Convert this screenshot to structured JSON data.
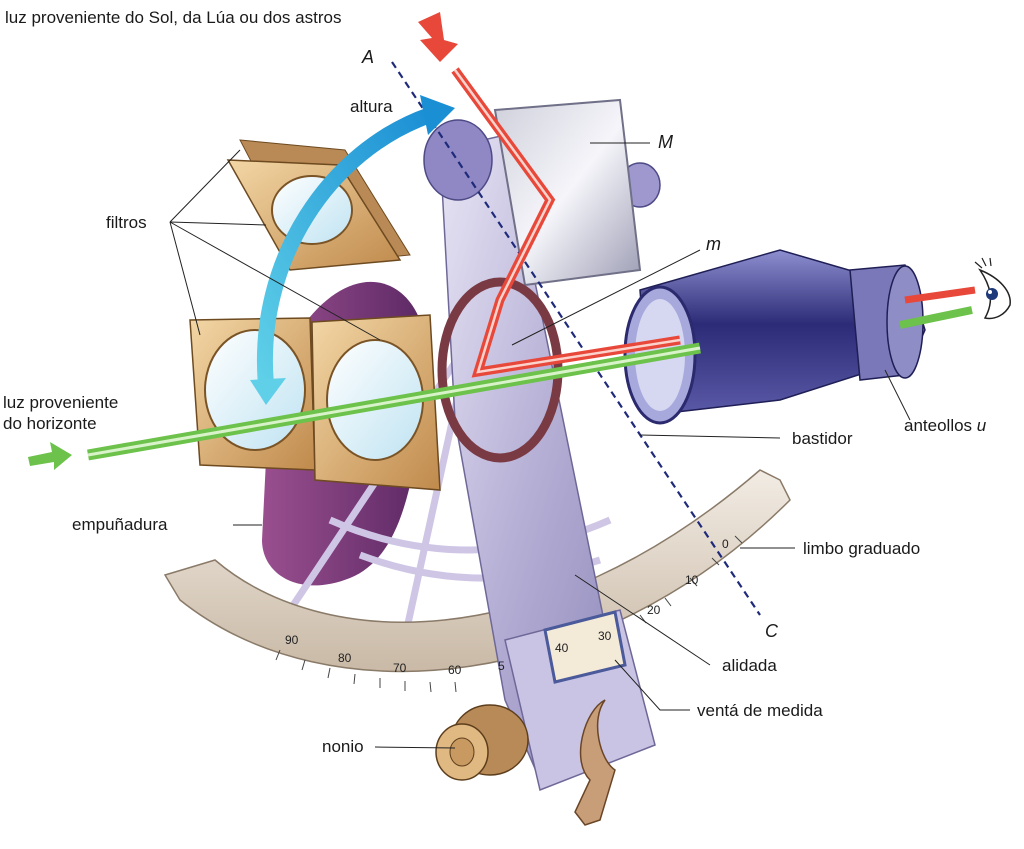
{
  "labels": {
    "sun_light": "luz proveniente do Sol, da Lúa ou dos astros",
    "horizon_light_line1": "luz proveniente",
    "horizon_light_line2": "do horizonte",
    "point_a": "A",
    "point_c": "C",
    "altitude": "altura",
    "mirror_big": "M",
    "mirror_small": "m",
    "filters": "filtros",
    "telescope": "anteollos ",
    "telescope_symbol": "u",
    "frame": "bastidor",
    "handle": "empuñadura",
    "graduated_arc": "limbo graduado",
    "index_arm": "alidada",
    "reading_window": "ventá de medida",
    "vernier": "nonio"
  },
  "scale_marks": [
    "0",
    "10",
    "20",
    "90",
    "80",
    "70",
    "60",
    "5"
  ],
  "window_marks": [
    "40",
    "30"
  ],
  "colors": {
    "sun_ray": "#e8483a",
    "horizon_ray": "#6cc24a",
    "altitude_arrow": "#1aa3d9",
    "frame": "#b9b0d8",
    "arc": "#d8cbbb",
    "filter": "#d8a96a",
    "handle": "#7a3a7a",
    "telescope": "#3b3a8a",
    "line_ac": "#1f2a7a"
  },
  "icons": [
    "eye-icon"
  ]
}
